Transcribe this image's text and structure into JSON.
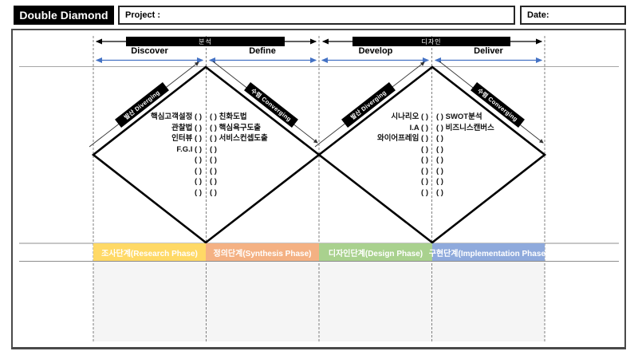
{
  "header": {
    "title": "Double Diamond",
    "project_label": "Project :",
    "date_label": "Date:"
  },
  "top_bars": [
    {
      "label": "분석"
    },
    {
      "label": "디자인"
    }
  ],
  "phases": [
    {
      "label": "Discover"
    },
    {
      "label": "Define"
    },
    {
      "label": "Develop"
    },
    {
      "label": "Deliver"
    }
  ],
  "diamonds": [
    {
      "diverging_label": "발산 Diverging",
      "converging_label": "수렴 Converging",
      "left_items": [
        "핵심고객설정 ( )",
        "관찰법 ( )",
        "인터뷰 ( )",
        "F.G.I ( )",
        "( )",
        "( )",
        "( )",
        "( )"
      ],
      "right_items": [
        "( ) 친화도법",
        "( ) 핵심욕구도출",
        "( ) 서비스컨셉도출",
        "( )",
        "( )",
        "( )",
        "( )",
        "( )"
      ]
    },
    {
      "diverging_label": "발산 Diverging",
      "converging_label": "수렴 Converging",
      "left_items": [
        "시나리오 ( )",
        "I.A ( )",
        "와이어프레임 ( )",
        "( )",
        "( )",
        "( )",
        "( )",
        "( )"
      ],
      "right_items": [
        "( ) SWOT분석",
        "( ) 비즈니스캔버스",
        "( )",
        "( )",
        "( )",
        "( )",
        "( )",
        "( )"
      ]
    }
  ],
  "stages": [
    {
      "label": "조사단계(Research Phase)",
      "color": "#FFD966"
    },
    {
      "label": "정의단계(Synthesis Phase)",
      "color": "#F4B183"
    },
    {
      "label": "디자인단계(Design Phase)",
      "color": "#A9D18E"
    },
    {
      "label": "구현단계(Implementation Phase)",
      "color": "#8FAADC"
    }
  ],
  "colors": {
    "arrow_blue": "#4472C4",
    "dashed_line": "#7F7F7F",
    "stage_text": "#FFFFFF",
    "bar_black": "#000000",
    "gray_area": "#F5F5F5"
  }
}
